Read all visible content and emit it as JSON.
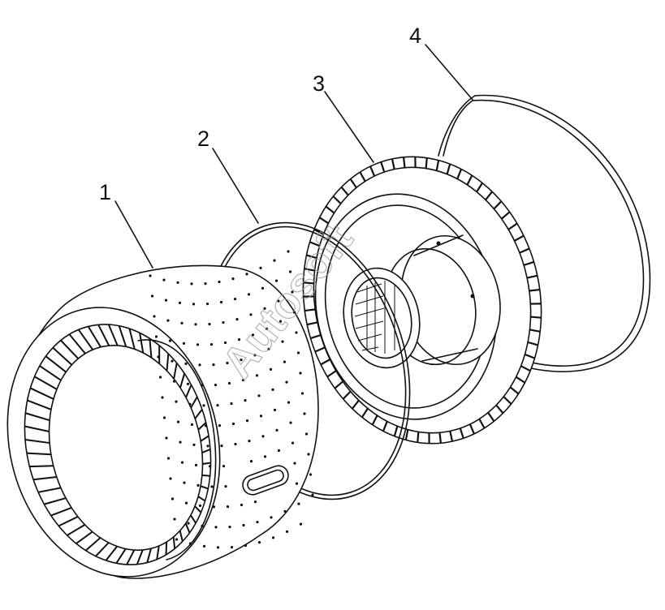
{
  "diagram": {
    "callouts": [
      {
        "id": "1",
        "label": "1"
      },
      {
        "id": "2",
        "label": "2"
      },
      {
        "id": "3",
        "label": "3"
      },
      {
        "id": "4",
        "label": "4"
      }
    ],
    "watermark": "Autosoft"
  }
}
